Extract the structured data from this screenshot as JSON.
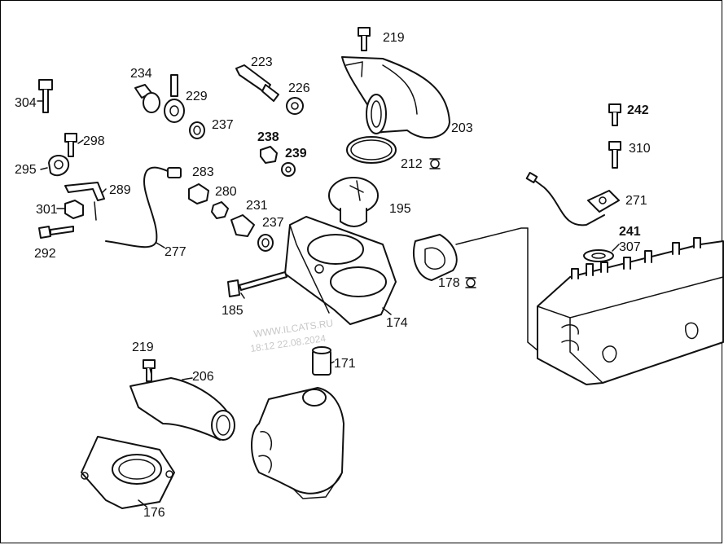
{
  "labels": {
    "l304": "304",
    "l234": "234",
    "l229": "229",
    "l223": "223",
    "l226": "226",
    "l219a": "219",
    "l203": "203",
    "l237a": "237",
    "l298": "298",
    "l295": "295",
    "l238": "238",
    "l239": "239",
    "l212": "212",
    "l283": "283",
    "l289": "289",
    "l301": "301",
    "l280": "280",
    "l231": "231",
    "l195": "195",
    "l237b": "237",
    "l292": "292",
    "l277": "277",
    "l242": "242",
    "l310": "310",
    "l271": "271",
    "l241": "241",
    "l307": "307",
    "l178": "178",
    "l185": "185",
    "l174": "174",
    "l219b": "219",
    "l206": "206",
    "l171": "171",
    "l176": "176"
  },
  "watermark": {
    "line1": "WWW.ILCATS.RU",
    "line2": "18:12 22.08.2024"
  }
}
